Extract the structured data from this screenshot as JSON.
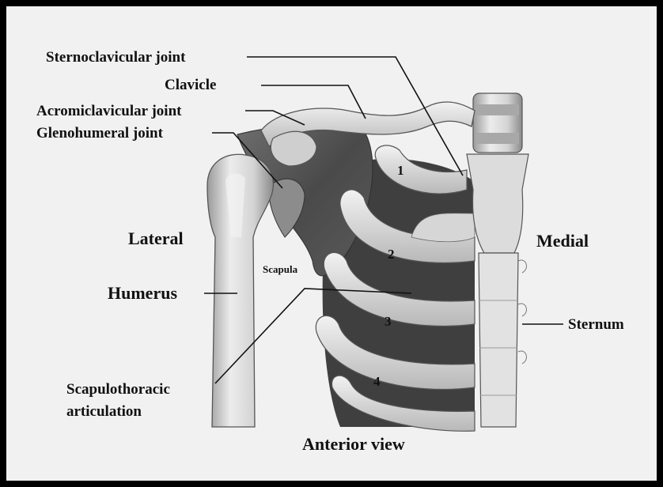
{
  "labels": {
    "sternoclavicular_joint": "Sternoclavicular joint",
    "clavicle": "Clavicle",
    "acromioclavicular_joint": "Acromiclavicular joint",
    "glenohumeral_joint": "Glenohumeral joint",
    "lateral": "Lateral",
    "medial": "Medial",
    "scapula": "Scapula",
    "humerus": "Humerus",
    "sternum": "Sternum",
    "scapulothoracic_line1": "Scapulothoracic",
    "scapulothoracic_line2": "articulation",
    "view": "Anterior view"
  },
  "rib_numbers": [
    "1",
    "2",
    "3",
    "4"
  ],
  "colors": {
    "frame_border": "#000000",
    "background": "#f1f1f1",
    "bone_light": "#e6e6e6",
    "bone_mid": "#bdbdbd",
    "bone_dark": "#4a4a4a",
    "text": "#111111"
  }
}
